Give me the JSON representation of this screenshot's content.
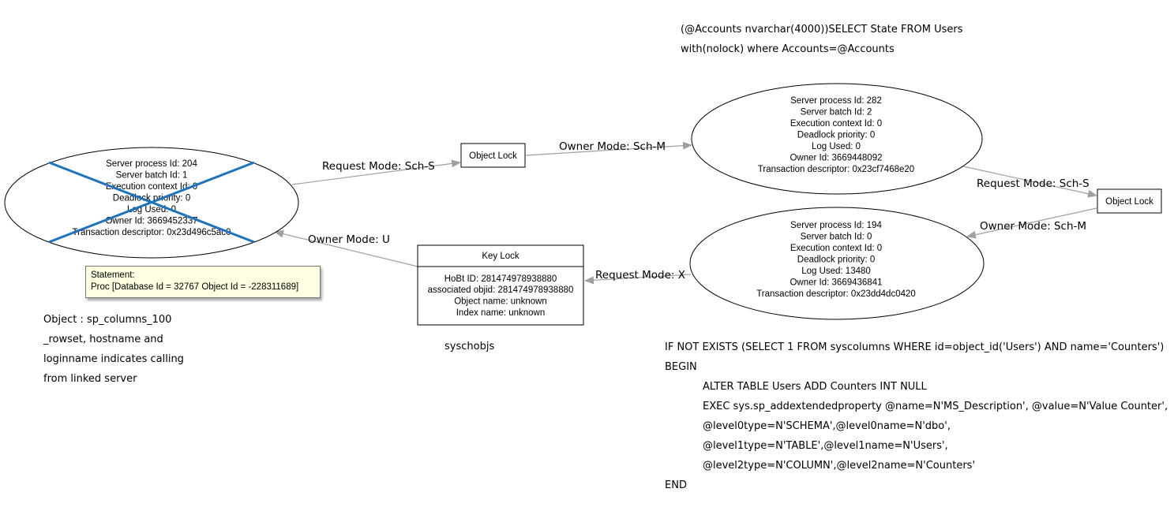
{
  "process_victim": {
    "lines": [
      "Server process Id: 204",
      "Server batch Id: 1",
      "Execution context Id: 0",
      "Deadlock priority: 0",
      "Log Used: 0",
      "Owner Id: 3669452337",
      "Transaction descriptor: 0x23d496c5ac0"
    ],
    "marker_color": "#1e73be"
  },
  "process_282": {
    "lines": [
      "Server process Id: 282",
      "Server batch Id: 2",
      "Execution context Id: 0",
      "Deadlock priority: 0",
      "Log Used: 0",
      "Owner Id: 3669448092",
      "Transaction descriptor: 0x23cf7468e20"
    ]
  },
  "process_194": {
    "lines": [
      "Server process Id: 194",
      "Server batch Id: 0",
      "Execution context Id: 0",
      "Deadlock priority: 0",
      "Log Used: 13480",
      "Owner Id: 3669436841",
      "Transaction descriptor: 0x23dd4dc0420"
    ]
  },
  "object_lock_left": {
    "label": "Object Lock"
  },
  "object_lock_right": {
    "label": "Object Lock"
  },
  "key_lock": {
    "title": "Key Lock",
    "lines": [
      "HoBt ID: 281474978938880",
      "associated objid: 281474978938880",
      "Object name: unknown",
      "Index name: unknown"
    ]
  },
  "edges": {
    "request_sch_s_left": "Request Mode: Sch-S",
    "owner_sch_m_top": "Owner Mode: Sch-M",
    "request_sch_s_right": "Request Mode: Sch-S",
    "owner_sch_m_bottom": "Owner Mode: Sch-M",
    "request_x": "Request Mode: X",
    "owner_u": "Owner Mode: U"
  },
  "tooltip": {
    "line1": "Statement:",
    "line2": "Proc [Database Id = 32767 Object Id = -228311689]"
  },
  "notes": {
    "top_query": [
      "(@Accounts nvarchar(4000))SELECT State FROM Users",
      "with(nolock) where Accounts=@Accounts"
    ],
    "object_note": [
      "Object : sp_columns_100",
      "_rowset, hostname and",
      "loginname indicates calling",
      "from linked server"
    ],
    "syschobjs": "syschobjs",
    "alter_sql": {
      "l1": "IF NOT EXISTS (SELECT 1 FROM syscolumns WHERE id=object_id('Users') AND name='Counters')",
      "l2": "BEGIN",
      "l3": "ALTER TABLE Users ADD Counters INT NULL",
      "l4": "EXEC sys.sp_addextendedproperty @name=N'MS_Description', @value=N'Value Counter',",
      "l5": "@level0type=N'SCHEMA',@level0name=N'dbo',",
      "l6": "@level1type=N'TABLE',@level1name=N'Users',",
      "l7": "@level2type=N'COLUMN',@level2name=N'Counters'",
      "l8": "END"
    }
  }
}
